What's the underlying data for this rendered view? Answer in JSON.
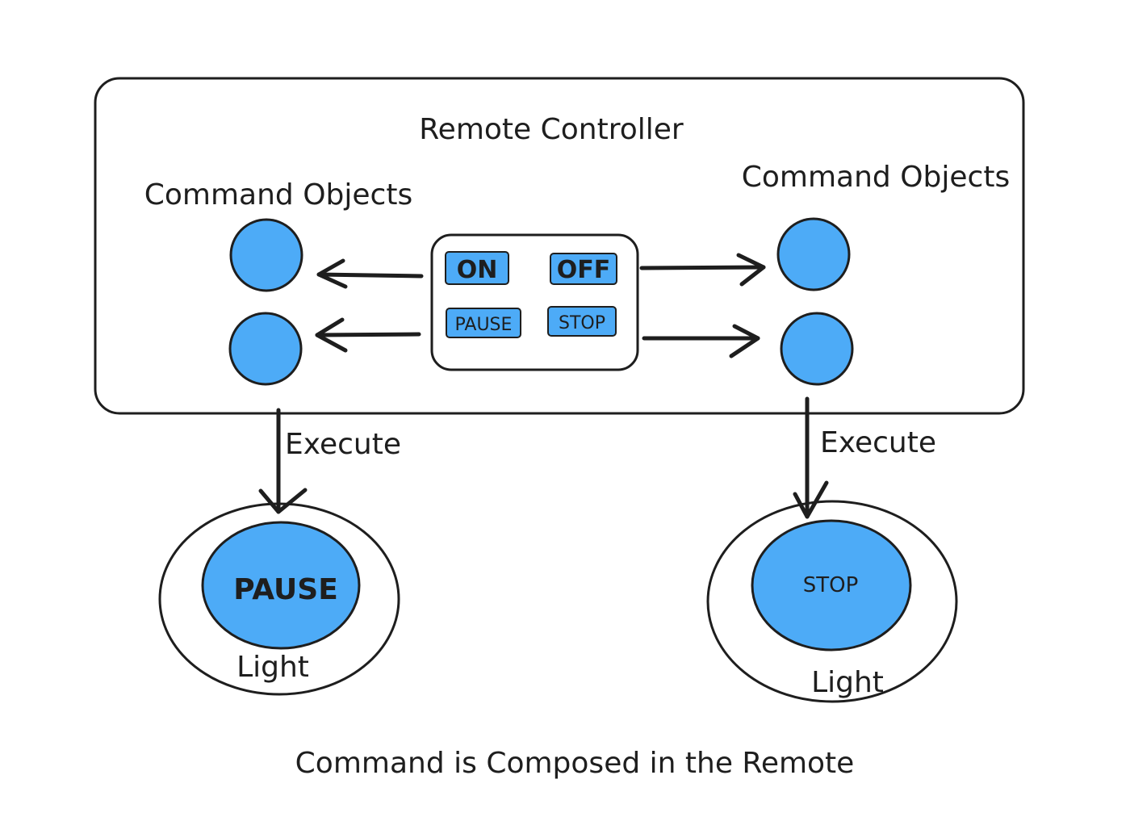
{
  "remote": {
    "title": "Remote Controller",
    "buttons": {
      "on": "ON",
      "off": "OFF",
      "pause": "PAUSE",
      "stop": "STOP"
    }
  },
  "command_objects": {
    "left_label": "Command Objects",
    "right_label": "Command Objects"
  },
  "execute": {
    "left_label": "Execute",
    "right_label": "Execute"
  },
  "receivers": {
    "left": {
      "state": "PAUSE",
      "label": "Light"
    },
    "right": {
      "state": "STOP",
      "label": "Light"
    }
  },
  "caption": "Command is Composed in the Remote",
  "colors": {
    "fill": "#4dabf7",
    "stroke": "#1e1e1e",
    "background": "#ffffff"
  }
}
